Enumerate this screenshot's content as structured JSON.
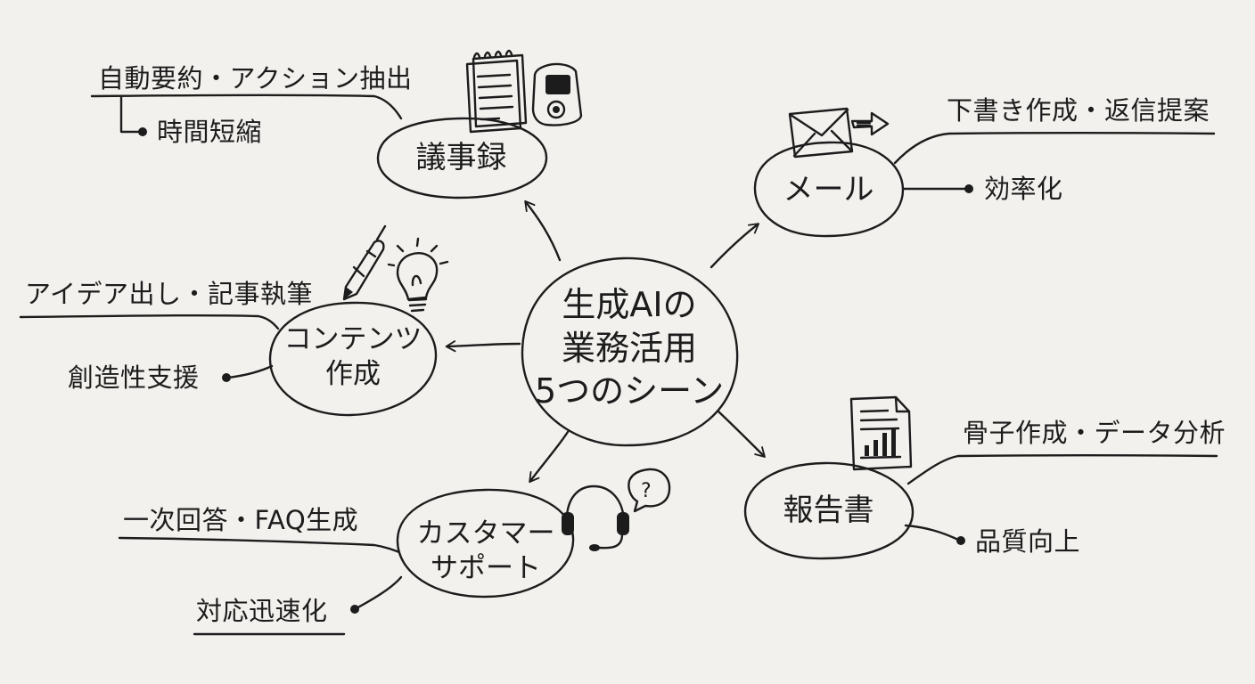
{
  "center": {
    "lines": [
      "生成AIの",
      "業務活用",
      "5つのシーン"
    ]
  },
  "nodes": {
    "minutes": {
      "label": "議事録",
      "details": [
        "自動要約・アクション抽出",
        "時間短縮"
      ],
      "icons": [
        "notepad-icon",
        "voice-recorder-icon"
      ]
    },
    "email": {
      "label": "メール",
      "details": [
        "下書き作成・返信提案",
        "効率化"
      ],
      "icons": [
        "envelope-send-icon"
      ]
    },
    "content": {
      "lines": [
        "コンテンツ",
        "作成"
      ],
      "details": [
        "アイデア出し・記事執筆",
        "創造性支援"
      ],
      "icons": [
        "pen-icon",
        "lightbulb-icon"
      ]
    },
    "report": {
      "label": "報告書",
      "details": [
        "骨子作成・データ分析",
        "品質向上"
      ],
      "icons": [
        "report-chart-icon"
      ]
    },
    "support": {
      "lines": [
        "カスタマー",
        "サポート"
      ],
      "details": [
        "一次回答・FAQ生成",
        "対応迅速化"
      ],
      "icons": [
        "headset-icon",
        "question-bubble-icon"
      ]
    }
  },
  "icon_text": {
    "question_mark": "?"
  },
  "ink_color": "#1c1c1c",
  "paper_color": "#f2f1ee"
}
